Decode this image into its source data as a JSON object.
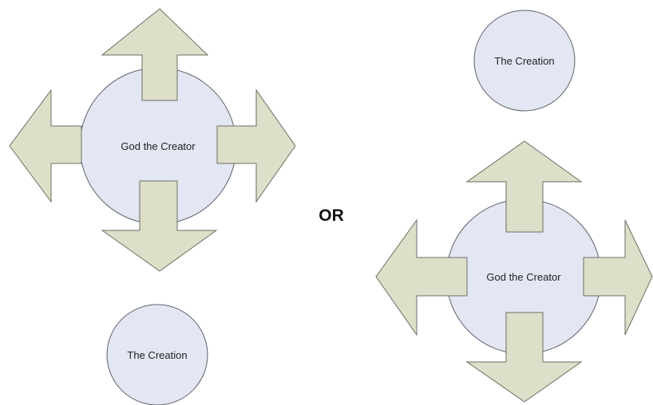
{
  "diagram": {
    "left": {
      "center_label": "God the Creator",
      "creation_label": "The Creation"
    },
    "separator": "OR",
    "right": {
      "center_label": "God the Creator",
      "creation_label": "The Creation"
    },
    "colors": {
      "circle_fill": "#e3e7f3",
      "arrow_fill": "#dddfc9",
      "outline": "#5f6168"
    }
  }
}
